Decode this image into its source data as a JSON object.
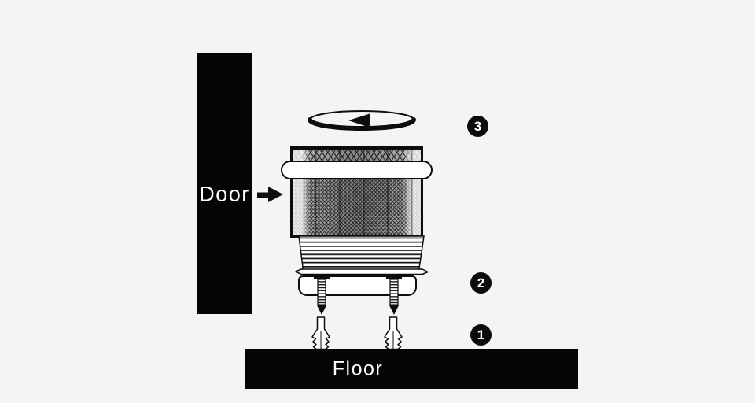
{
  "scene": {
    "background_color": "#f5f4f2",
    "ink_color": "#0d0d0d",
    "door": {
      "label": "Door"
    },
    "floor": {
      "label": "Floor"
    },
    "steps": [
      {
        "number": "1"
      },
      {
        "number": "2"
      },
      {
        "number": "3"
      }
    ],
    "icons": {
      "rotation_arrow": "counterclockwise-rotation-arrow",
      "door_arrow": "right-arrow"
    }
  }
}
